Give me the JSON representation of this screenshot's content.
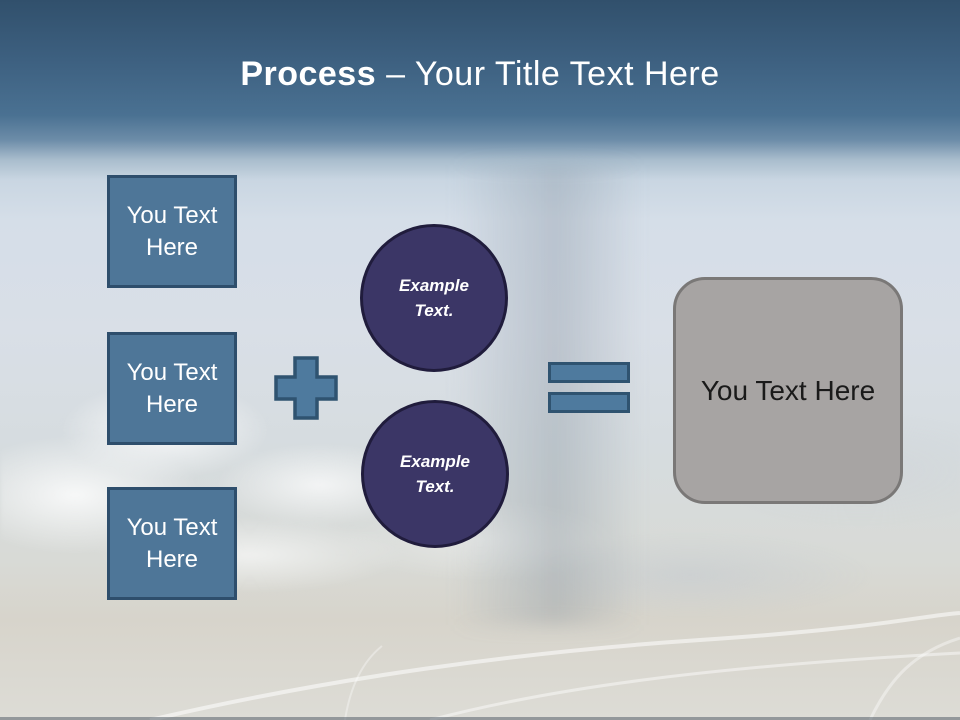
{
  "title": {
    "emphasis": "Process",
    "rest": "– Your Title Text Here"
  },
  "input_boxes": [
    {
      "label": "You Text Here"
    },
    {
      "label": "You Text Here"
    },
    {
      "label": "You Text Here"
    }
  ],
  "operators": {
    "plus_icon": "plus",
    "equals_icon": "equals"
  },
  "circles": [
    {
      "label": "Example Text."
    },
    {
      "label": "Example Text."
    }
  ],
  "result_box": {
    "label": "You Text Here"
  },
  "colors": {
    "header_top": "#31506C",
    "header_mid": "#4A7192",
    "title_text": "#FFFFFF",
    "box_fill": "#4E7698",
    "box_border": "#2E4E6C",
    "operator_fill": "#4E7A9E",
    "operator_border": "#2F5370",
    "circle_fill": "#3B3666",
    "circle_border": "#201C3C",
    "result_fill": "#A7A4A3",
    "result_border": "#7A7877",
    "result_text": "#1A1A1A"
  }
}
